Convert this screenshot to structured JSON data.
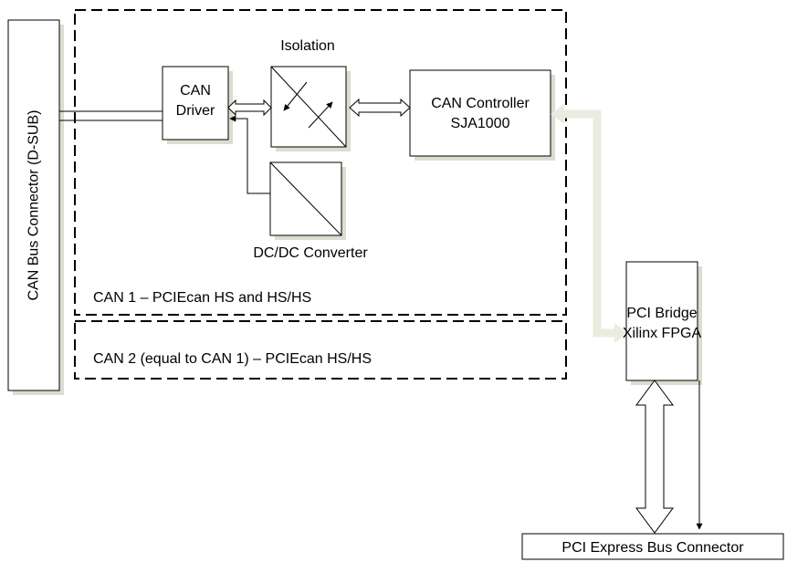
{
  "colors": {
    "line": "#000000",
    "shadow": "#dcdcd0",
    "bus_arrow": "#ecebe0",
    "box_fill": "#ffffff"
  },
  "labels": {
    "connector": "CAN Bus Connector (D-SUB)",
    "isolation": "Isolation",
    "can_driver": [
      "CAN",
      "Driver"
    ],
    "can_controller": [
      "CAN Controller",
      "SJA1000"
    ],
    "dcdc": "DC/DC Converter",
    "can1": "CAN 1 – PCIEcan HS and HS/HS",
    "can2": "CAN 2 (equal to CAN 1) – PCIEcan HS/HS",
    "pci_bridge": [
      "PCI Bridge",
      "Xilinx FPGA"
    ],
    "pci_express": "PCI Express Bus Connector"
  }
}
